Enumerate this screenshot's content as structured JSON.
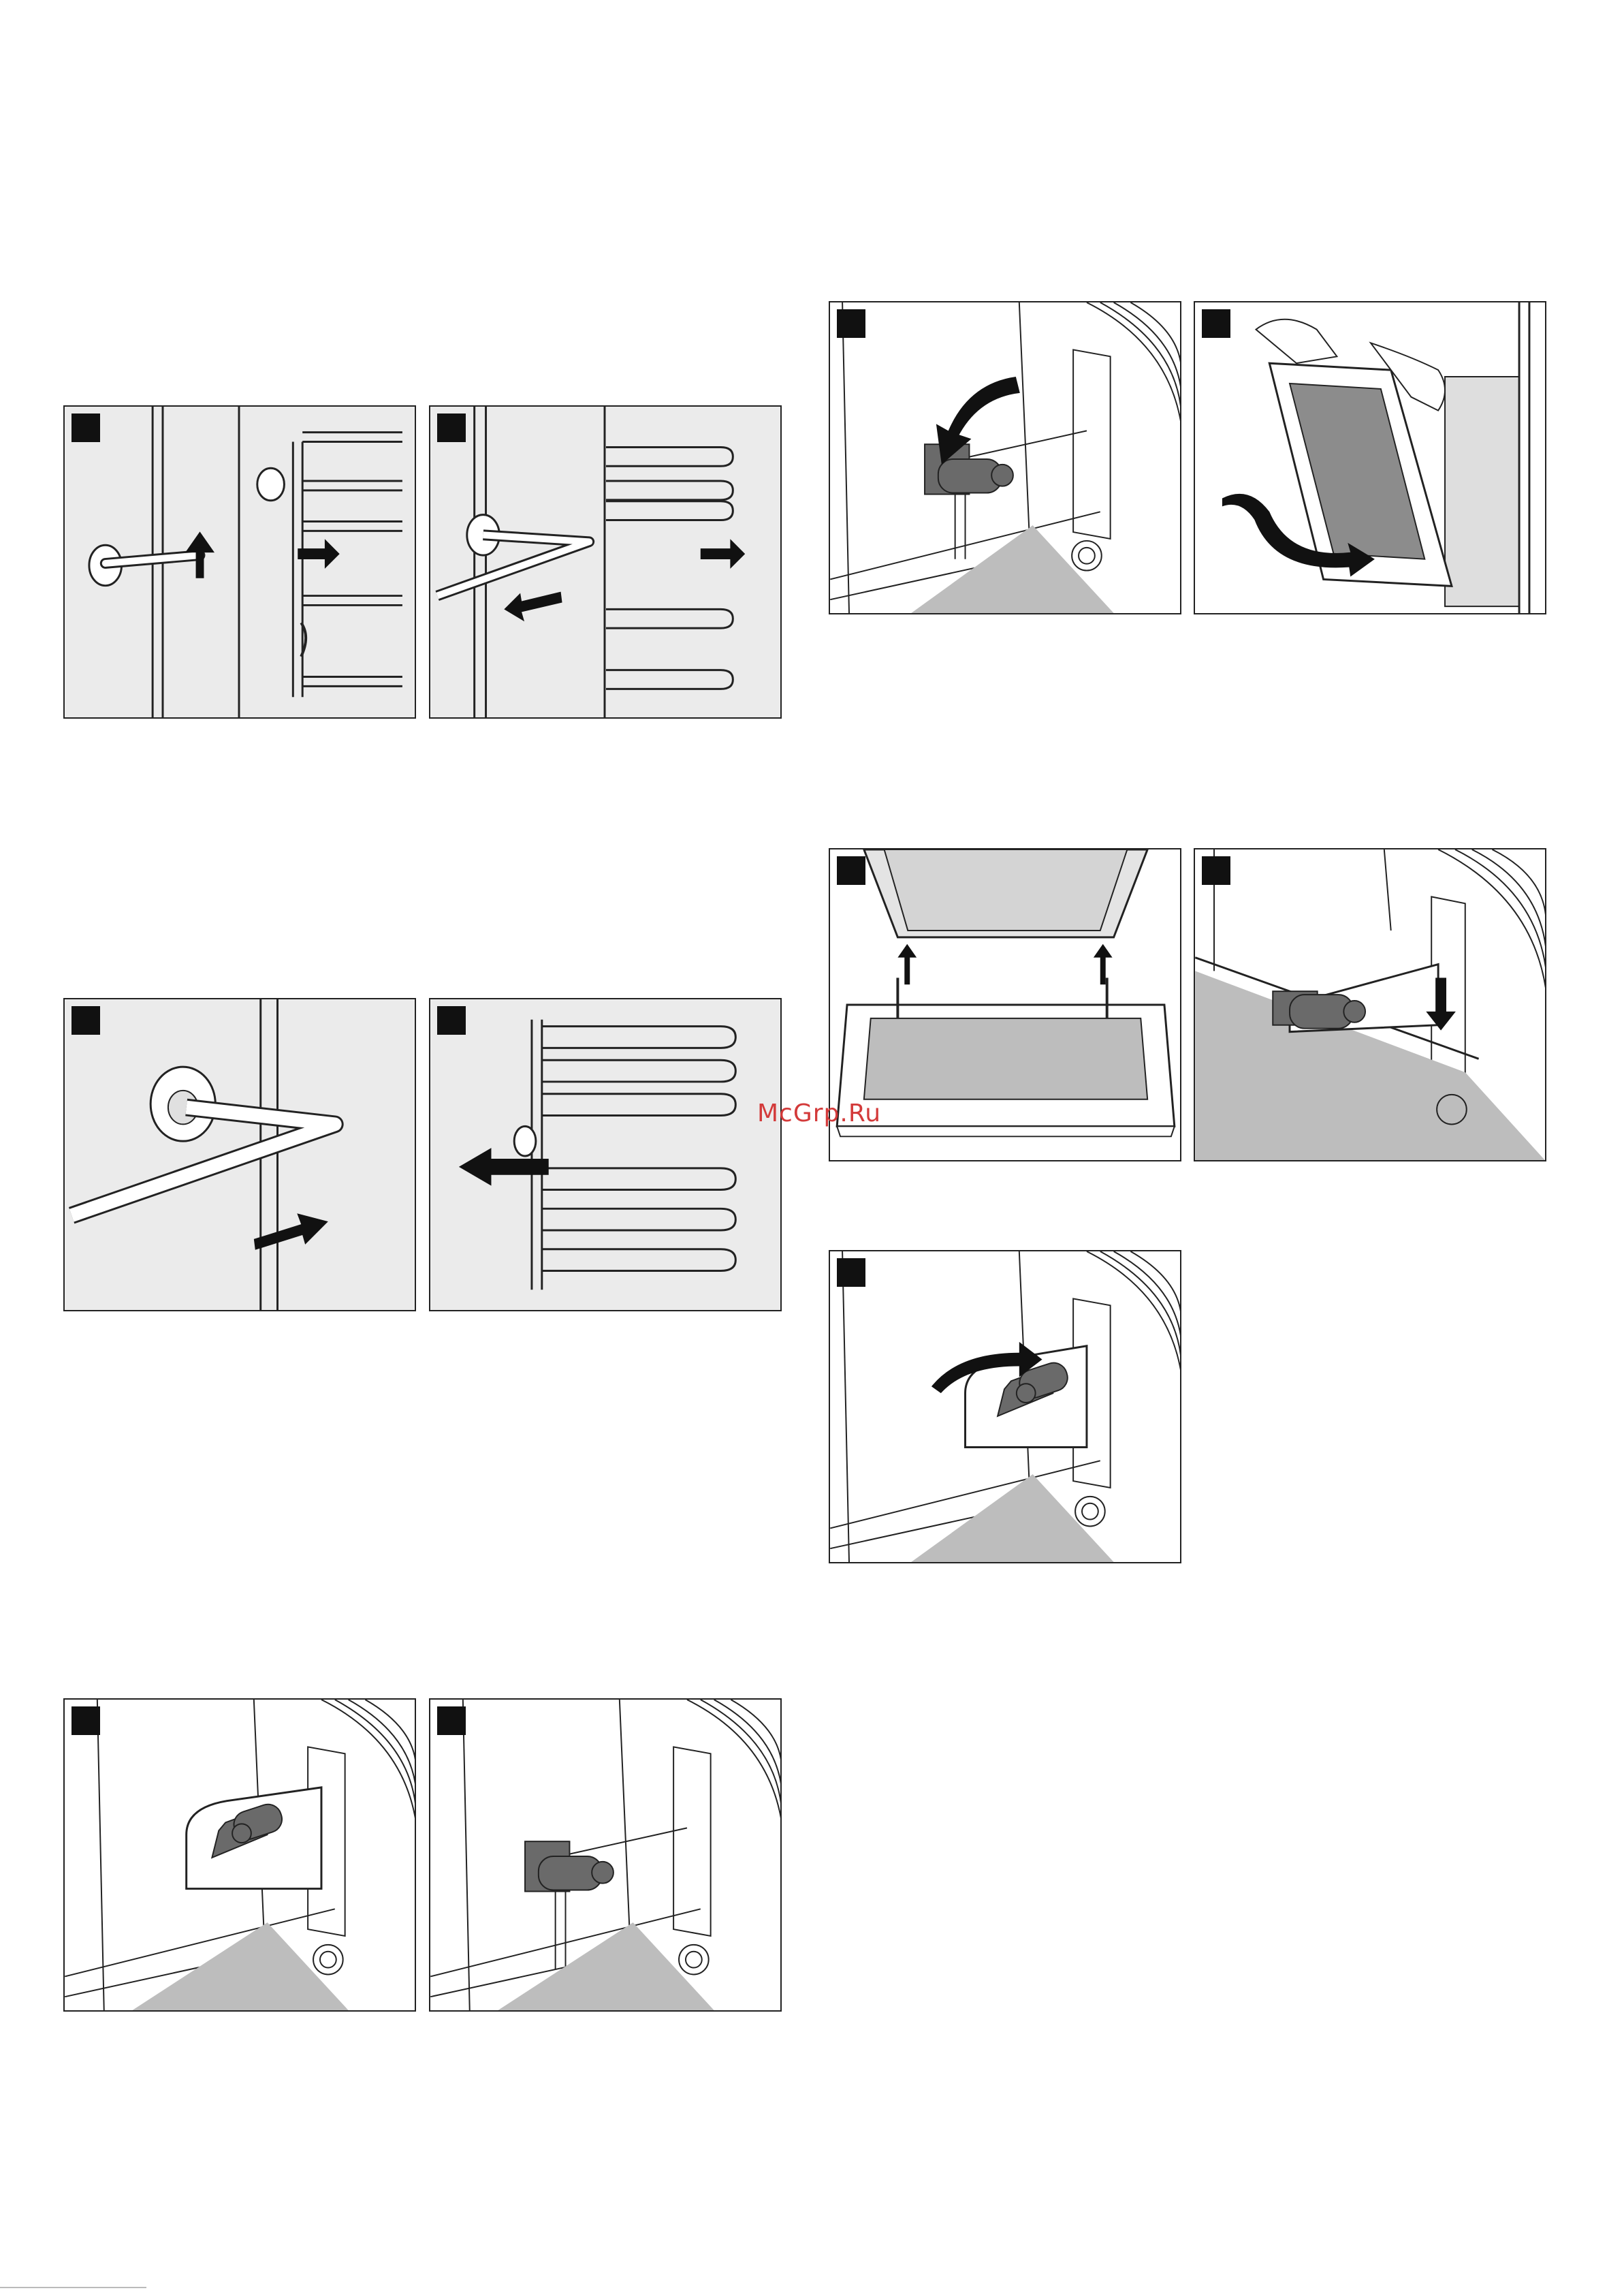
{
  "watermark": {
    "text": "McGrp.Ru"
  },
  "colors": {
    "panel_bg": "#ebebeb",
    "line": "#222222",
    "lever": "#6a6a6a",
    "watermark": "#d33a3a"
  },
  "figures": [
    {
      "id": "rack-unhook-up",
      "arrows": [
        "up",
        "right"
      ]
    },
    {
      "id": "rack-pull-out",
      "arrows": [
        "down-left",
        "right"
      ]
    },
    {
      "id": "rack-insert",
      "arrows": [
        "right"
      ]
    },
    {
      "id": "rack-fit",
      "arrows": [
        "left"
      ]
    },
    {
      "id": "hinge-lever-closed",
      "arrows": []
    },
    {
      "id": "hinge-lever-open",
      "arrows": []
    },
    {
      "id": "hinge-lever-fold",
      "arrows": [
        "curved-down-left"
      ]
    },
    {
      "id": "door-lift-off",
      "arrows": [
        "curved"
      ]
    },
    {
      "id": "door-refit",
      "arrows": [
        "up",
        "up"
      ]
    },
    {
      "id": "hinge-lever-insert",
      "arrows": [
        "down"
      ]
    },
    {
      "id": "hinge-lever-close",
      "arrows": [
        "curved-right"
      ]
    }
  ]
}
